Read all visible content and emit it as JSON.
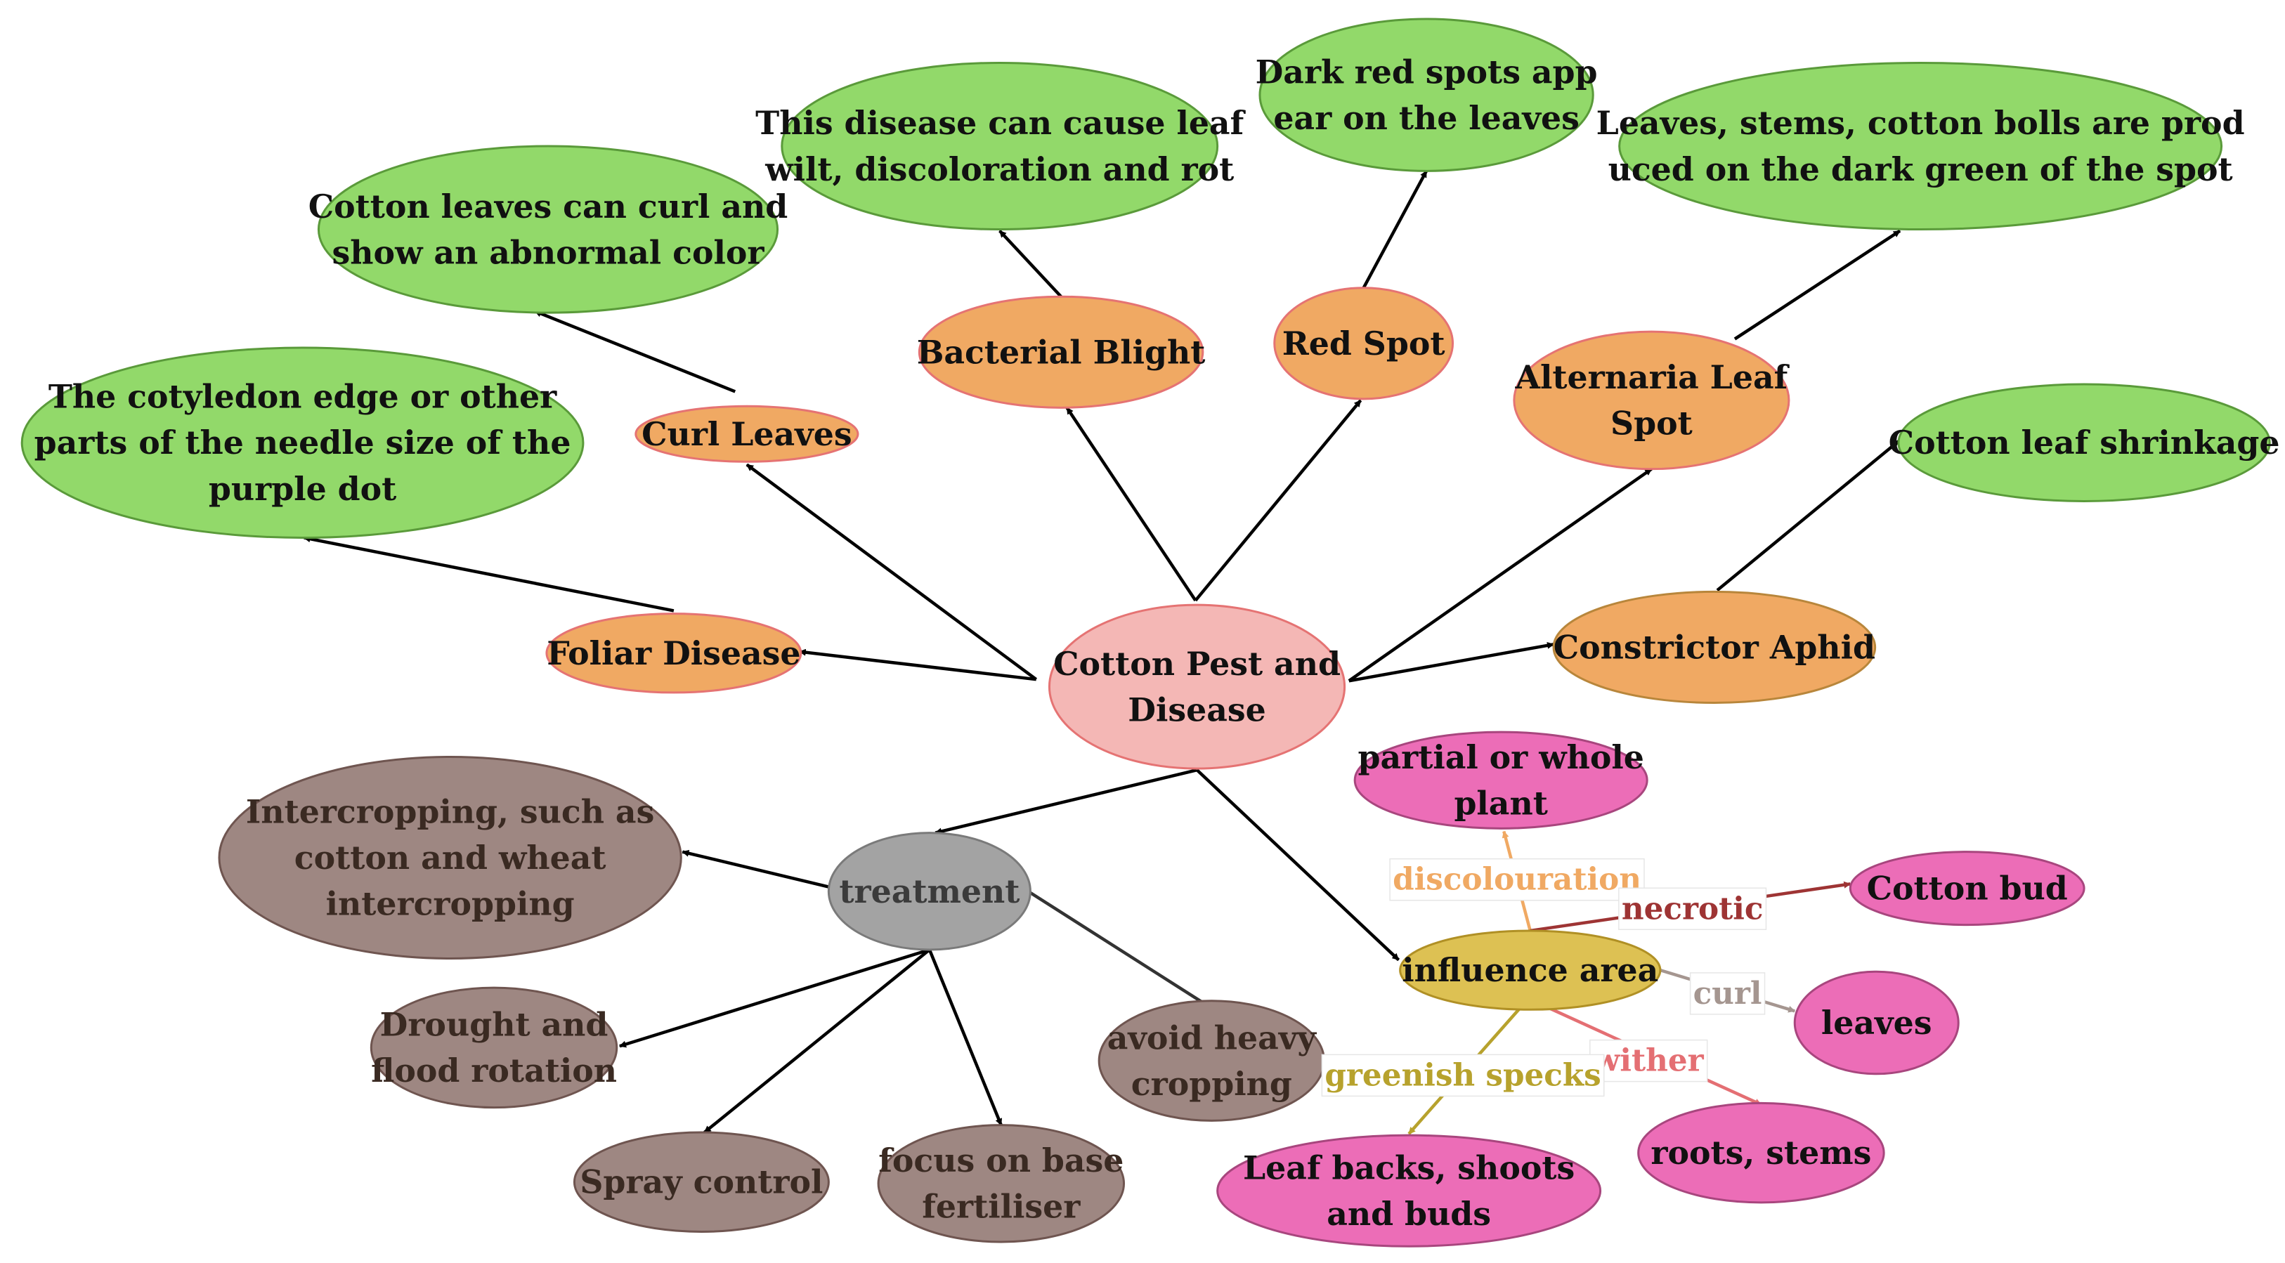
{
  "colors": {
    "root_fill": "#f4b7b5",
    "root_stroke": "#e57373",
    "category_fill": "#f0a963",
    "category_stroke": "#e57373",
    "category_stroke_alt": "#b8863b",
    "symptom_fill": "#92d96a",
    "symptom_stroke": "#5a9a3a",
    "treatment_fill": "#a3a3a3",
    "treatment_stroke": "#7a7a7a",
    "method_fill": "#9e8782",
    "method_stroke": "#6f5550",
    "influence_fill": "#ddc153",
    "influence_stroke": "#b09025",
    "area_fill": "#ec6db7",
    "area_stroke": "#a8467e",
    "text_dark": "#111111",
    "text_brown": "#3a2a22",
    "text_gray": "#3b3b3b",
    "arrow_black": "#000000",
    "label_discolouration": "#f0a963",
    "label_necrotic": "#9e3434",
    "label_curl": "#a59690",
    "label_wither": "#e46f73",
    "label_greenish": "#b7a22d"
  },
  "nodes": {
    "root": {
      "lines": [
        "Cotton Pest and",
        "Disease"
      ]
    },
    "foliar_disease": {
      "lines": [
        "Foliar Disease"
      ]
    },
    "curl_leaves": {
      "lines": [
        "Curl Leaves"
      ]
    },
    "bacterial_blight": {
      "lines": [
        "Bacterial Blight"
      ]
    },
    "red_spot": {
      "lines": [
        "Red Spot"
      ]
    },
    "alternaria": {
      "lines": [
        "Alternaria Leaf",
        "Spot"
      ]
    },
    "constrictor_aphid": {
      "lines": [
        "Constrictor Aphid"
      ]
    },
    "symptom_foliar": {
      "lines": [
        "The cotyledon edge or other",
        "parts of the needle size of the",
        "purple dot"
      ]
    },
    "symptom_curl": {
      "lines": [
        "Cotton leaves can curl and",
        "show an abnormal color"
      ]
    },
    "symptom_blight": {
      "lines": [
        "This disease can cause leaf",
        "wilt, discoloration and rot"
      ]
    },
    "symptom_red": {
      "lines": [
        "Dark red spots app",
        "ear on the leaves"
      ]
    },
    "symptom_alternaria": {
      "lines": [
        "Leaves, stems, cotton bolls are prod",
        "uced on the dark green of the spot"
      ]
    },
    "symptom_aphid": {
      "lines": [
        "Cotton leaf shrinkage"
      ]
    },
    "treatment": {
      "lines": [
        "treatment"
      ]
    },
    "intercropping": {
      "lines": [
        "Intercropping, such as",
        "cotton and wheat",
        "intercropping"
      ]
    },
    "drought_flood": {
      "lines": [
        "Drought and",
        "flood rotation"
      ]
    },
    "spray_control": {
      "lines": [
        "Spray control"
      ]
    },
    "base_fertiliser": {
      "lines": [
        "focus on base",
        "fertiliser"
      ]
    },
    "avoid_cropping": {
      "lines": [
        "avoid heavy",
        "cropping"
      ]
    },
    "influence_area": {
      "lines": [
        "influence area"
      ]
    },
    "partial_plant": {
      "lines": [
        "partial or whole",
        "plant"
      ]
    },
    "cotton_bud": {
      "lines": [
        "Cotton bud"
      ]
    },
    "leaves": {
      "lines": [
        "leaves"
      ]
    },
    "roots_stems": {
      "lines": [
        "roots, stems"
      ]
    },
    "leaf_backs": {
      "lines": [
        "Leaf backs, shoots",
        "and buds"
      ]
    }
  },
  "edge_labels": {
    "discolouration": "discolouration",
    "necrotic": "necrotic",
    "curl": "curl",
    "wither": "wither",
    "greenish_specks": "greenish specks"
  }
}
